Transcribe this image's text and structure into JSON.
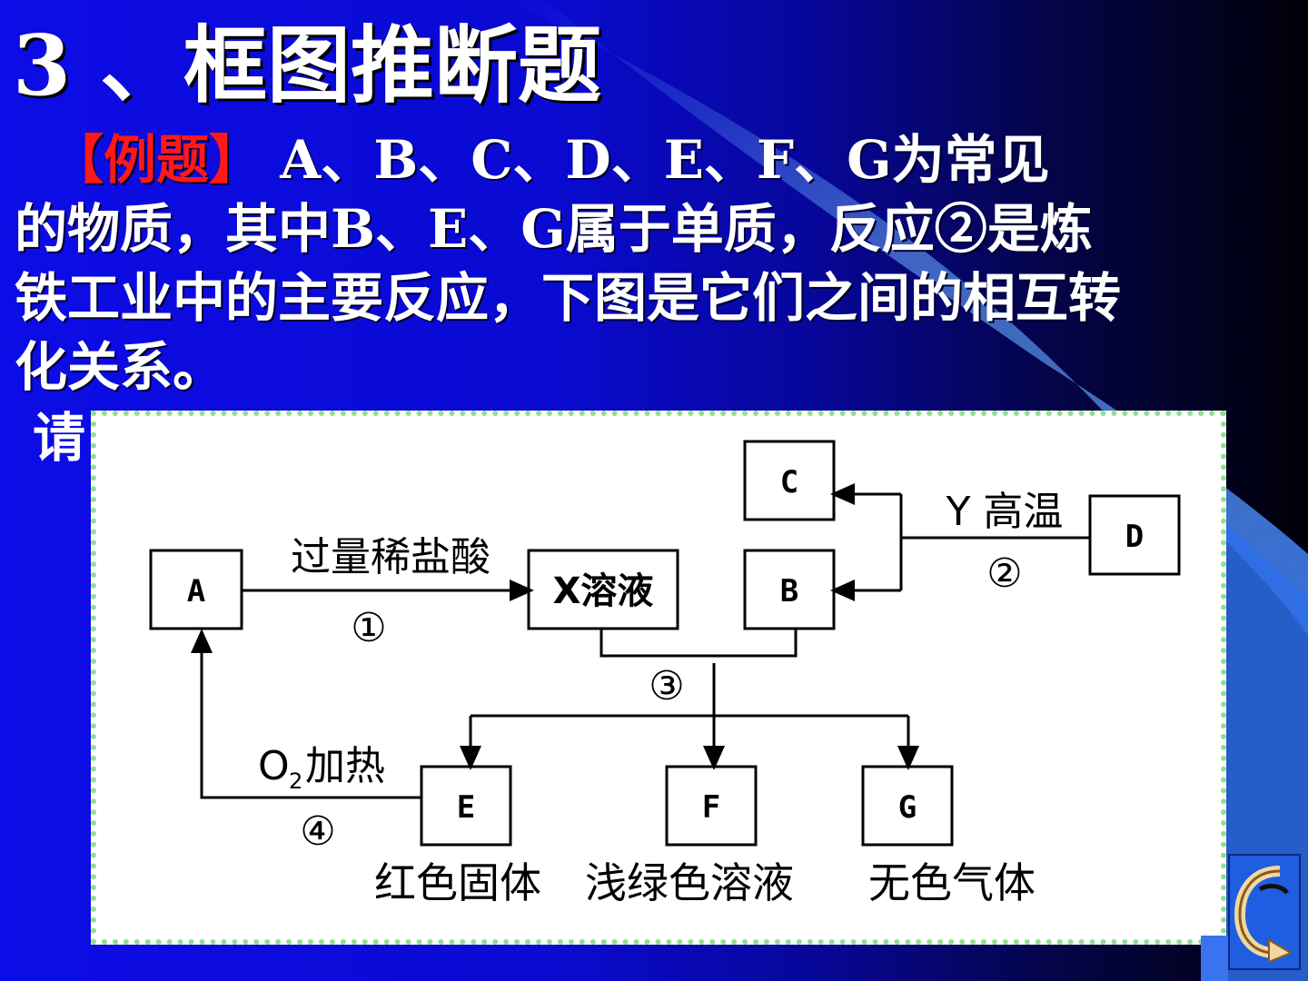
{
  "slide": {
    "title": "3 、框图推断题",
    "tag": "【例题】",
    "text_line1": " A、B、C、D、E、F、G为常见",
    "text_line2": "的物质，其中B、E、G属于单质，反应②是炼",
    "text_line3": "铁工业中的主要反应，下图是它们之间的相互转",
    "text_line4": "化关系。",
    "ask": "请"
  },
  "diagram": {
    "nodes": {
      "A": "A",
      "X": "X溶液",
      "B": "B",
      "C": "C",
      "D": "D",
      "E": "E",
      "F": "F",
      "G": "G"
    },
    "reactions": {
      "r1_condition": "过量稀盐酸",
      "r1_number": "①",
      "r2_condition": "Y 高温",
      "r2_number": "②",
      "r3_number": "③",
      "r4_condition_o2": "O",
      "r4_condition_o2_sub": "2",
      "r4_condition_heat": "加热",
      "r4_number": "④"
    },
    "descriptions": {
      "E": "红色固体",
      "F": "浅绿色溶液",
      "G": "无色气体"
    }
  },
  "nav": {
    "icon": "return-arrow-icon"
  }
}
